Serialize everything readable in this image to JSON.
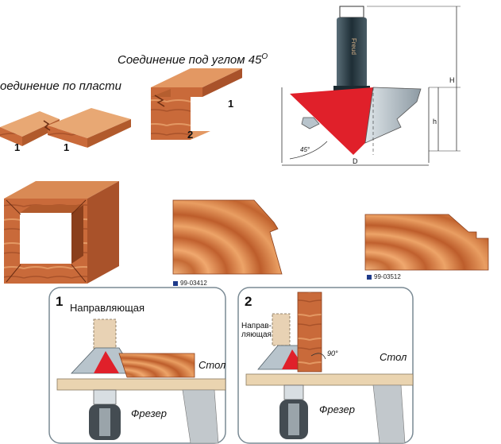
{
  "labels": {
    "corner_joint": "Соединение под углом 45",
    "corner_joint_sup": "O",
    "face_joint": "оединение по пласти",
    "face_part_a": "1",
    "face_part_b": "1",
    "corner_part_1": "1",
    "corner_part_2": "2"
  },
  "cutter": {
    "dim_H": "H",
    "dim_h": "h",
    "dim_D": "D",
    "angle": "45°",
    "brand": "Freud"
  },
  "profiles": [
    {
      "code": "99-03412"
    },
    {
      "code": "99-03512"
    }
  ],
  "panels": [
    {
      "number": "1",
      "guide": "Направляющая",
      "table": "Стол",
      "router": "Фрезер"
    },
    {
      "number": "2",
      "guide_line1": "Направ-",
      "guide_line2": "ляющая",
      "angle": "90°",
      "table": "Стол",
      "router": "Фрезер"
    }
  ],
  "colors": {
    "wood": "#c96a3a",
    "wood_light": "#e39863",
    "wood_dark": "#8a3f1c",
    "cutter_red": "#e0202a",
    "steel": "#b8c4cc",
    "shank": "#2b3f4a",
    "table_tan": "#ead4b0"
  }
}
